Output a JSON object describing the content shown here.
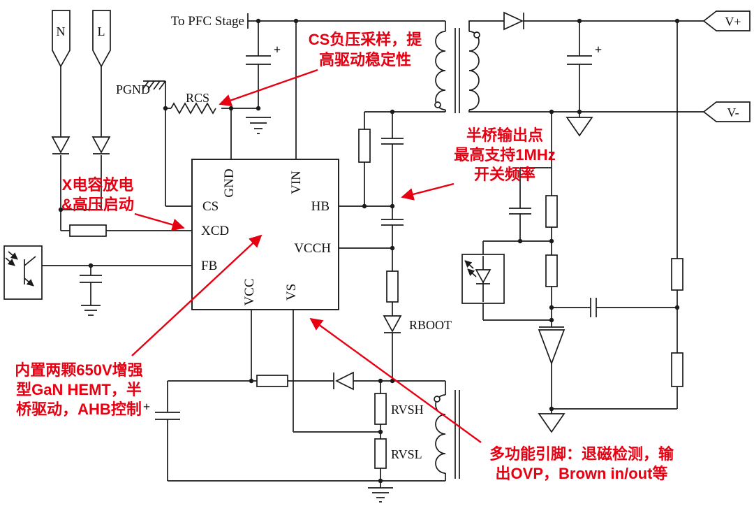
{
  "colors": {
    "wire": "#1a1a1a",
    "annotation_red": "#e60012",
    "background": "#ffffff"
  },
  "net_labels": {
    "to_pfc_stage": "To PFC Stage",
    "line_n": "N",
    "line_l": "L",
    "pgnd": "PGND",
    "v_plus": "V+",
    "v_minus": "V-"
  },
  "components": {
    "rcs": "RCS",
    "rboot": "RBOOT",
    "rvsh": "RVSH",
    "rvsl": "RVSL",
    "cap_plus": "+"
  },
  "ic": {
    "pin_cs": "CS",
    "pin_xcd": "XCD",
    "pin_fb": "FB",
    "pin_gnd": "GND",
    "pin_vin": "VIN",
    "pin_hb": "HB",
    "pin_vcch": "VCCH",
    "pin_vcc": "VCC",
    "pin_vs": "VS"
  },
  "annotations": {
    "cs_sense": {
      "line1": "CS负压采样，提",
      "line2": "高驱动稳定性"
    },
    "half_bridge": {
      "line1": "半桥输出点",
      "line2": "最高支持1MHz",
      "line3": "开关频率"
    },
    "x_cap": {
      "line1": "X电容放电",
      "line2": "&高压启动"
    },
    "gan": {
      "line1": "内置两颗650V增强",
      "line2": "型GaN HEMT，半",
      "line3": "桥驱动，AHB控制"
    },
    "multi_pin": {
      "line1": "多功能引脚：退磁检测，输",
      "line2": "出OVP，Brown in/out等"
    }
  }
}
